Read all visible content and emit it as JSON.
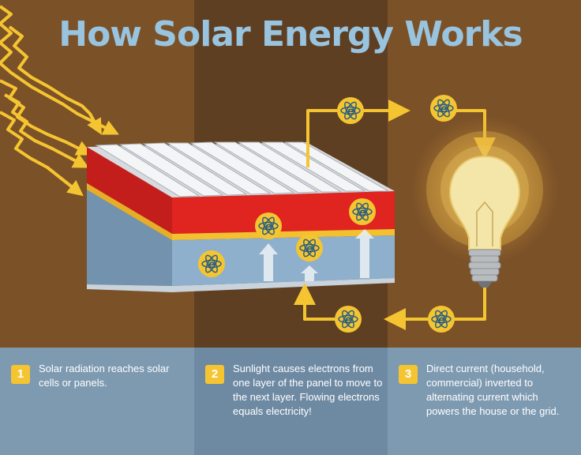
{
  "title": "How Solar Energy Works",
  "electron_label": "e",
  "colors": {
    "bg_left": "#7b5128",
    "bg_mid": "#5f3f22",
    "bg_right": "#7b5128",
    "bottom_left": "#7e9ab1",
    "bottom_mid": "#6e8aa3",
    "bottom_right": "#7e9ab1",
    "title": "#98c4e0",
    "accent_yellow": "#f5c531",
    "panel_red": "#e0241f",
    "panel_blue": "#8eb0cc",
    "panel_top": "#e8eaec",
    "step_text": "#ffffff"
  },
  "steps": [
    {
      "number": "1",
      "text": "Solar radiation reaches solar cells or panels."
    },
    {
      "number": "2",
      "text": "Sunlight causes electrons from one layer of the panel to move to the next layer. Flowing electrons equals electricity!"
    },
    {
      "number": "3",
      "text": "Direct current (household, commercial) inverted to alternating current which powers the house or the grid."
    }
  ]
}
